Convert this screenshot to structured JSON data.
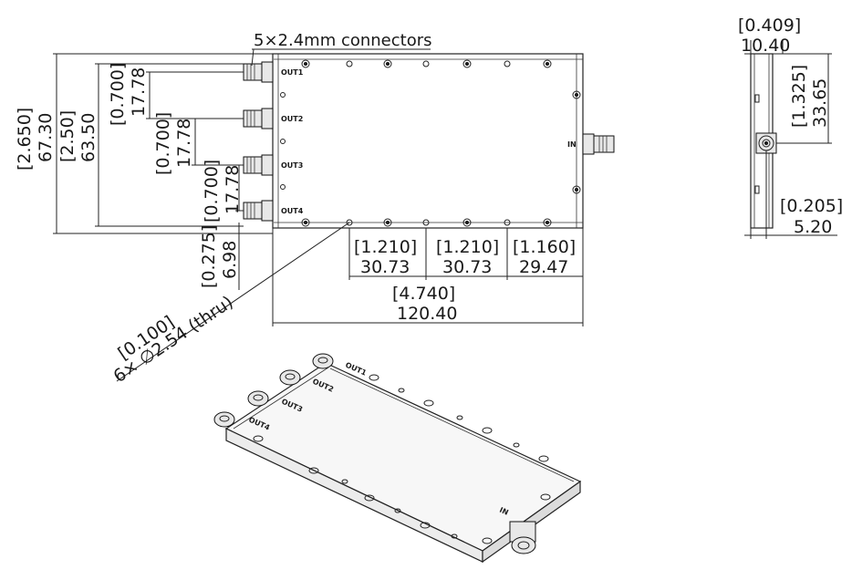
{
  "connectors_note": "5×2.4mm connectors",
  "ports": {
    "out1": "OUT1",
    "out2": "OUT2",
    "out3": "OUT3",
    "out4": "OUT4",
    "in": "IN"
  },
  "top_view": {
    "overall_height_in": "[2.650]",
    "overall_height_mm": "67.30",
    "port_span_in": "[2.50]",
    "port_span_mm": "63.50",
    "pitch1_in": "[0.700]",
    "pitch1_mm": "17.78",
    "pitch2_in": "[0.700]",
    "pitch2_mm": "17.78",
    "pitch3_in": "[0.700]",
    "pitch3_mm": "17.78",
    "hole_offset_in": "[0.275]",
    "hole_offset_mm": "6.98",
    "hole_spacing_1_in": "[1.210]",
    "hole_spacing_1_mm": "30.73",
    "hole_spacing_2_in": "[1.210]",
    "hole_spacing_2_mm": "30.73",
    "hole_spacing_3_in": "[1.160]",
    "hole_spacing_3_mm": "29.47",
    "overall_length_in": "[4.740]",
    "overall_length_mm": "120.40",
    "holes_in": "[0.100]",
    "holes_callout": "6× ∅2.54 (thru)"
  },
  "side_view": {
    "thickness_in": "[0.409]",
    "thickness_mm": "10.40",
    "in_height_in": "[1.325]",
    "in_height_mm": "33.65",
    "in_offset_in": "[0.205]",
    "in_offset_mm": "5.20"
  },
  "iso_view": {
    "out1": "OUT1",
    "out2": "OUT2",
    "out3": "OUT3",
    "out4": "OUT4",
    "in": "IN"
  }
}
